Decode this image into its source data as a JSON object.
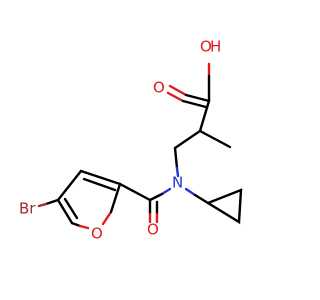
{
  "molecule": {
    "atoms": {
      "hydroxyl_o": "O",
      "hydroxyl_h": "H",
      "carbonyl_o_acid": "O",
      "amide_n": "N",
      "carbonyl_o_amide": "O",
      "furan_o": "O",
      "bromine": "Br"
    },
    "colors": {
      "carbon_bond": "#000000",
      "oxygen": "#e31a1a",
      "nitrogen": "#2434d6",
      "bromine": "#a52a2a"
    }
  }
}
